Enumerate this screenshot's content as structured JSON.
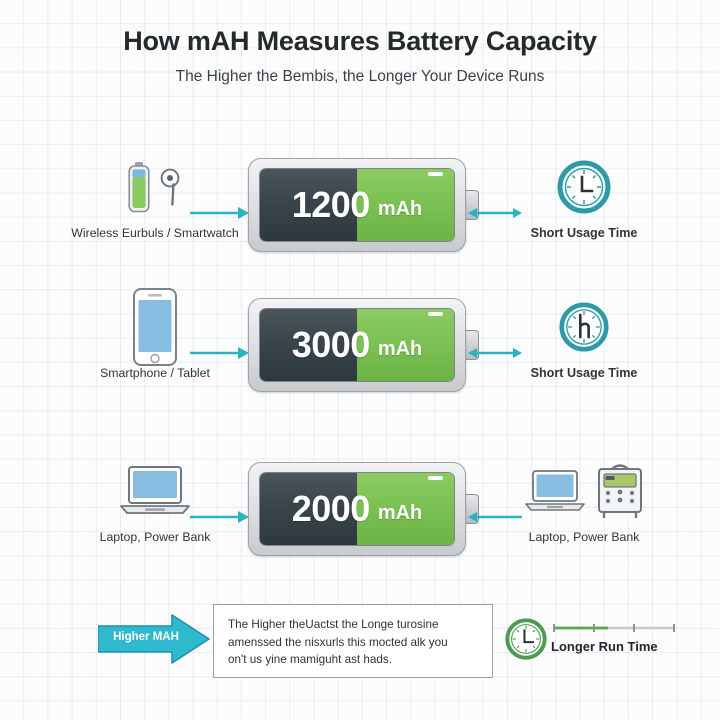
{
  "header": {
    "title": "How mAH Measures Battery Capacity",
    "subtitle": "The Higher the Bembis, the Longer Your Device Runs"
  },
  "colors": {
    "background": "#fcfcfc",
    "grid_line": "#b0c4d6",
    "battery_fill_green": "#79bf51",
    "battery_empty_slate": "#39434a",
    "battery_shell_gray": "#dfe1e3",
    "arrow_teal": "#2bb3c0",
    "badge_cyan": "#2fb9cf",
    "clock_teal": "#2e9aa6",
    "clock_green": "#4f9a52",
    "title_text": "#24292b",
    "device_screen_blue": "#86bde0"
  },
  "rows": [
    {
      "left_icons": [
        "battery-small-icon",
        "earbud-icon"
      ],
      "left_caption": "Wireless Eurbuls / Smartwatch",
      "battery_value": "1200",
      "battery_unit": "mAh",
      "battery_fill_percent": 50,
      "arrow_left": "arrow-right-icon",
      "arrow_right": "arrow-double-icon",
      "right_icons": [
        "clock-l-icon"
      ],
      "right_caption": "Short Usage Time",
      "right_caption_bold": true
    },
    {
      "left_icons": [
        "smartphone-icon"
      ],
      "left_caption": "Smartphone / Tablet",
      "battery_value": "3000",
      "battery_unit": "mAh",
      "battery_fill_percent": 50,
      "arrow_left": "arrow-right-icon",
      "arrow_right": "arrow-double-icon",
      "right_icons": [
        "clock-h-icon"
      ],
      "right_caption": "Short Usage Time",
      "right_caption_bold": true
    },
    {
      "left_icons": [
        "laptop-icon"
      ],
      "left_caption": "Laptop, Power Bank",
      "battery_value": "2000",
      "battery_unit": "mAh",
      "battery_fill_percent": 50,
      "arrow_left": "arrow-right-icon",
      "arrow_right": "arrow-left-icon",
      "right_icons": [
        "laptop-icon",
        "power-bank-icon"
      ],
      "right_caption": "Laptop, Power Bank",
      "right_caption_bold": false
    }
  ],
  "bottom": {
    "badge_label": "Higher MAH",
    "note_lines": [
      "The Higher theUactst the Longe turosine",
      "amenssed the nisxurls this mocted alk you",
      "on't us yine mamiguht ast hads."
    ],
    "runtime_label": "Longer Run Time",
    "runtime_meter_percent": 45
  }
}
